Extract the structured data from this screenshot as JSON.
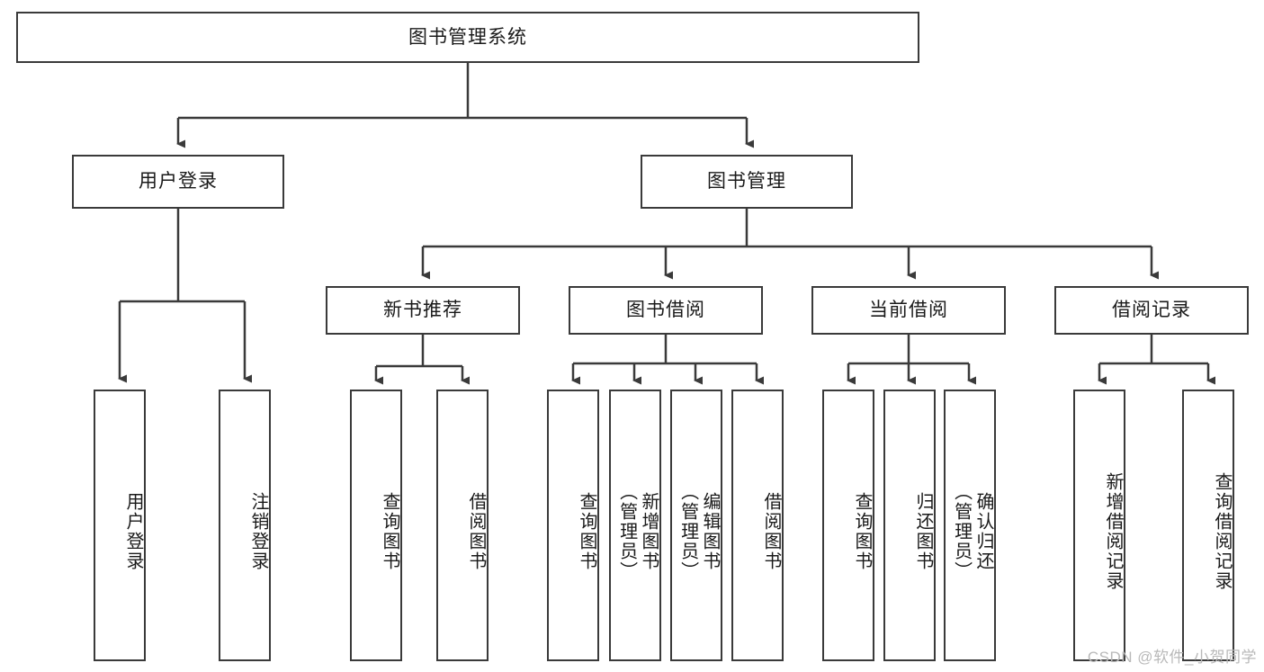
{
  "diagram": {
    "title": "图书管理系统",
    "type": "tree-hierarchy",
    "watermark": "CSDN @软件_小贺同学",
    "colors": {
      "stroke": "#3a3a3a",
      "fill": "#ffffff",
      "text": "#1a1a1a",
      "watermark": "#b9b9b9"
    },
    "nodes": {
      "root": "图书管理系统",
      "level1": [
        "用户登录",
        "图书管理"
      ],
      "level2": [
        "新书推荐",
        "图书借阅",
        "当前借阅",
        "借阅记录"
      ],
      "leaves": {
        "user_login": [
          "用户登录",
          "注销登录"
        ],
        "new_book_recommend": [
          "查询图书",
          "借阅图书"
        ],
        "book_borrow": [
          "查询图书",
          "新增图书\n（管理员）",
          "编辑图书\n（管理员）",
          "借阅图书"
        ],
        "current_borrow": [
          "查询图书",
          "归还图书",
          "确认归还\n（管理员）"
        ],
        "borrow_record": [
          "新增借阅记录",
          "查询借阅记录"
        ]
      }
    }
  }
}
